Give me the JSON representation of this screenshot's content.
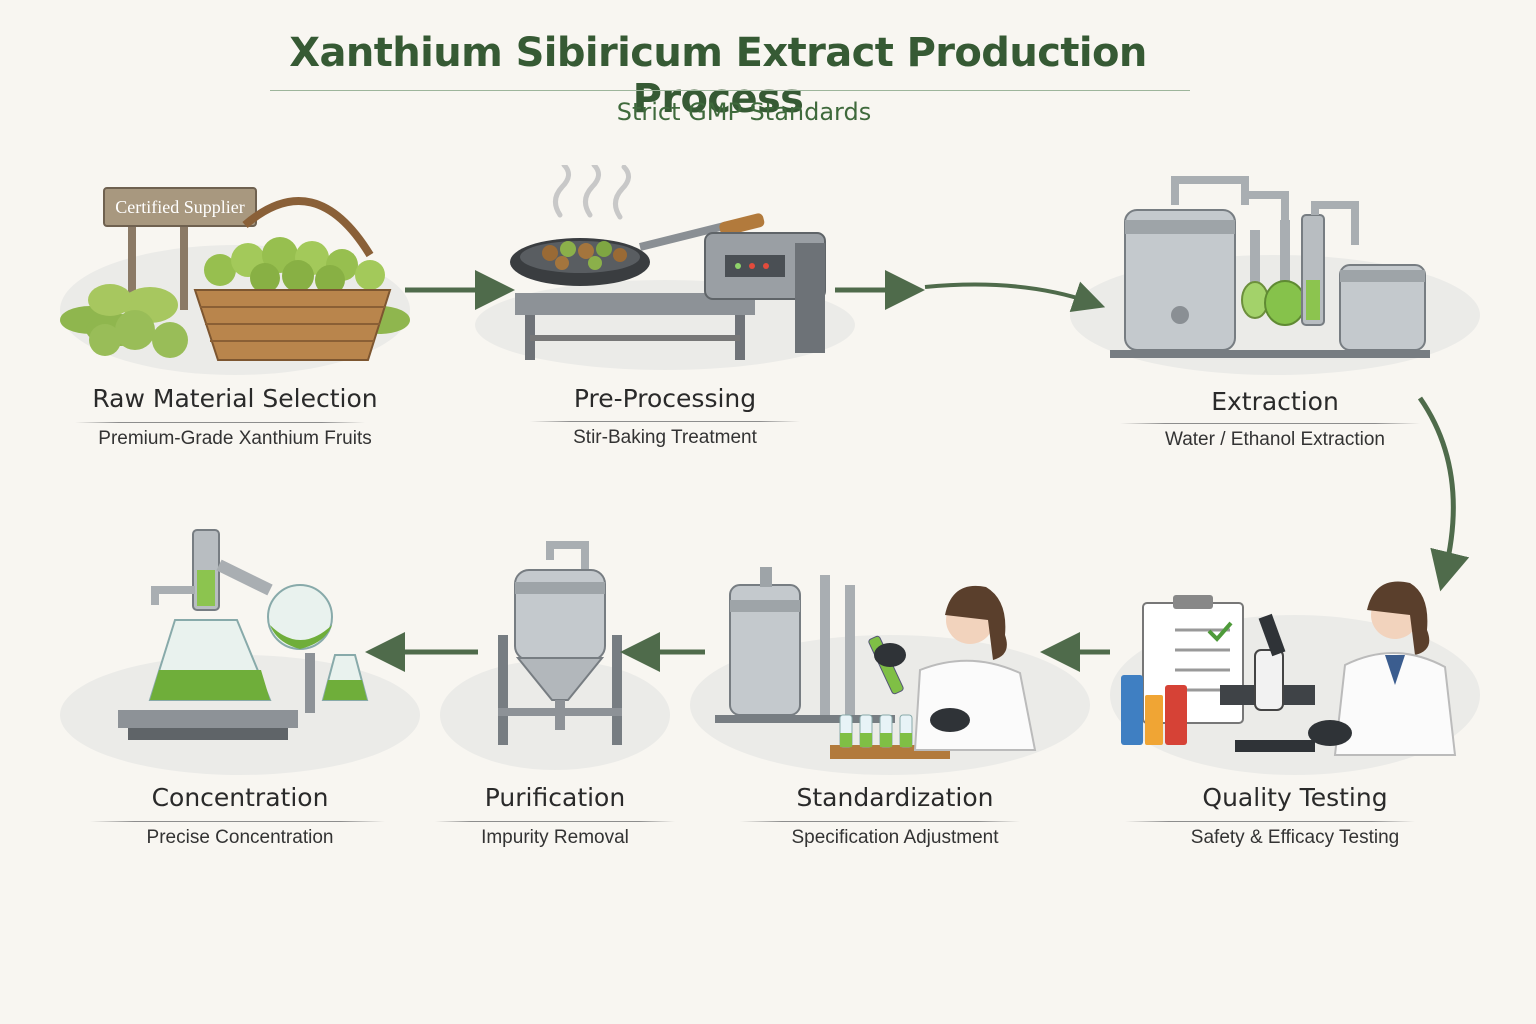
{
  "title": "Xanthium Sibiricum Extract Production Process",
  "subtitle": "Strict GMP Standards",
  "sign_text": "Certified Supplier",
  "steps": [
    {
      "label": "Raw Material Selection",
      "description": "Premium-Grade Xanthium Fruits"
    },
    {
      "label": "Pre-Processing",
      "description": "Stir-Baking Treatment"
    },
    {
      "label": "Extraction",
      "description": "Water / Ethanol Extraction"
    },
    {
      "label": "Quality Testing",
      "description": "Safety & Efficacy Testing"
    },
    {
      "label": "Standardization",
      "description": "Specification Adjustment"
    },
    {
      "label": "Purification",
      "description": "Impurity Removal"
    },
    {
      "label": "Concentration",
      "description": "Precise Concentration"
    }
  ],
  "colors": {
    "title": "#365a34",
    "arrow": "#4f6b4b",
    "liquid": "#6fae3a",
    "steel": "#b9bec2"
  }
}
